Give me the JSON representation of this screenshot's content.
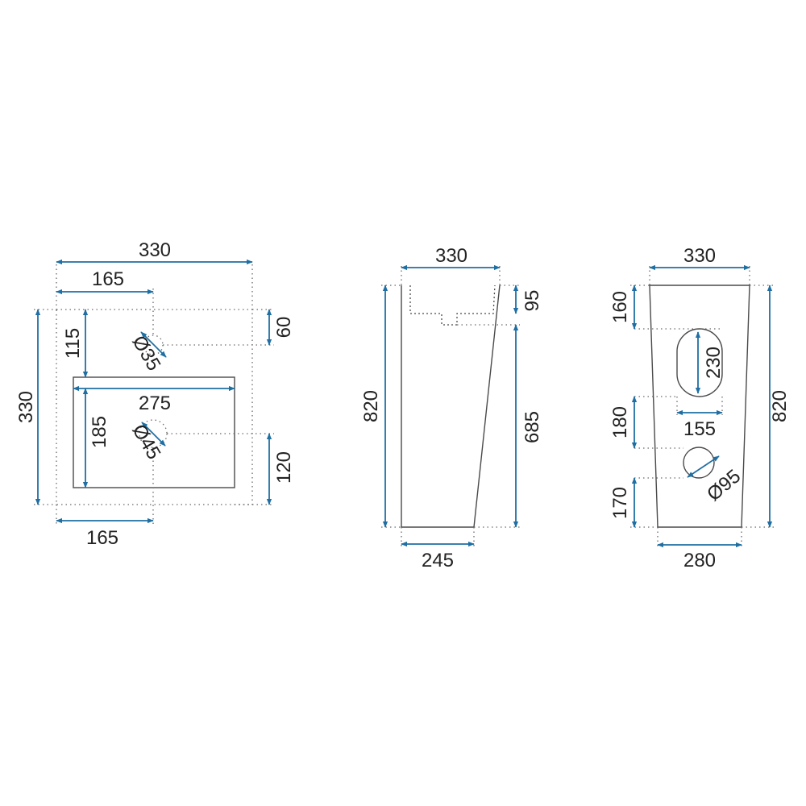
{
  "views": {
    "top": {
      "width_total": "330",
      "hole_offset_top": "165",
      "depth_total": "330",
      "hole_from_back": "115",
      "bowl_width": "275",
      "bowl_depth": "185",
      "hole_small_dia": "Ø35",
      "hole_large_dia": "Ø45",
      "side_offset_top": "60",
      "side_offset_bottom": "120",
      "bottom_offset": "165"
    },
    "side": {
      "top_width": "330",
      "bowl_depth": "95",
      "total_height": "820",
      "lower_height": "685",
      "base_width": "245"
    },
    "front": {
      "top_width": "330",
      "top_offset": "160",
      "opening_height": "230",
      "opening_width": "155",
      "mid_offset": "180",
      "hole_dia": "Ø95",
      "bottom_offset": "170",
      "total_height": "820",
      "base_width": "280"
    }
  },
  "colors": {
    "dimension": "#1f6fa3",
    "outline": "#4a4a4a"
  }
}
